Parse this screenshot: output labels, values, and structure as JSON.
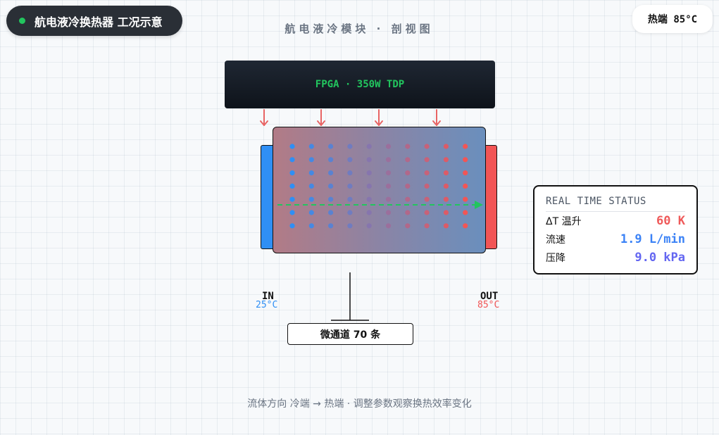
{
  "header": {
    "title": "航电液冷换热器 工况示意",
    "hot_badge": "热端 85°C",
    "subtitle": "航电液冷模块 · 剖视图"
  },
  "diagram": {
    "chip_label": "FPGA · 350W TDP",
    "inlet": {
      "label": "IN",
      "temp": "25°C"
    },
    "outlet": {
      "label": "OUT",
      "temp": "85°C"
    },
    "channel_callout": "微通道 70 条",
    "dot_grid": {
      "columns": 10,
      "rows": 7
    },
    "heat_arrows": 4
  },
  "status": {
    "title": "REAL TIME STATUS",
    "rows": [
      {
        "label": "ΔT 温升",
        "value": "60 K",
        "color": "#ef5a5a"
      },
      {
        "label": "流速",
        "value": "1.9 L/min",
        "color": "#3b82f6"
      },
      {
        "label": "压降",
        "value": "9.0 kPa",
        "color": "#6366f1"
      }
    ]
  },
  "footer": "流体方向 冷端 → 热端 · 调整参数观察换热效率变化",
  "colors": {
    "cold": "#2f8ff5",
    "hot": "#f25555",
    "accent": "#22c55e",
    "heat_arrow": "#e86464"
  }
}
